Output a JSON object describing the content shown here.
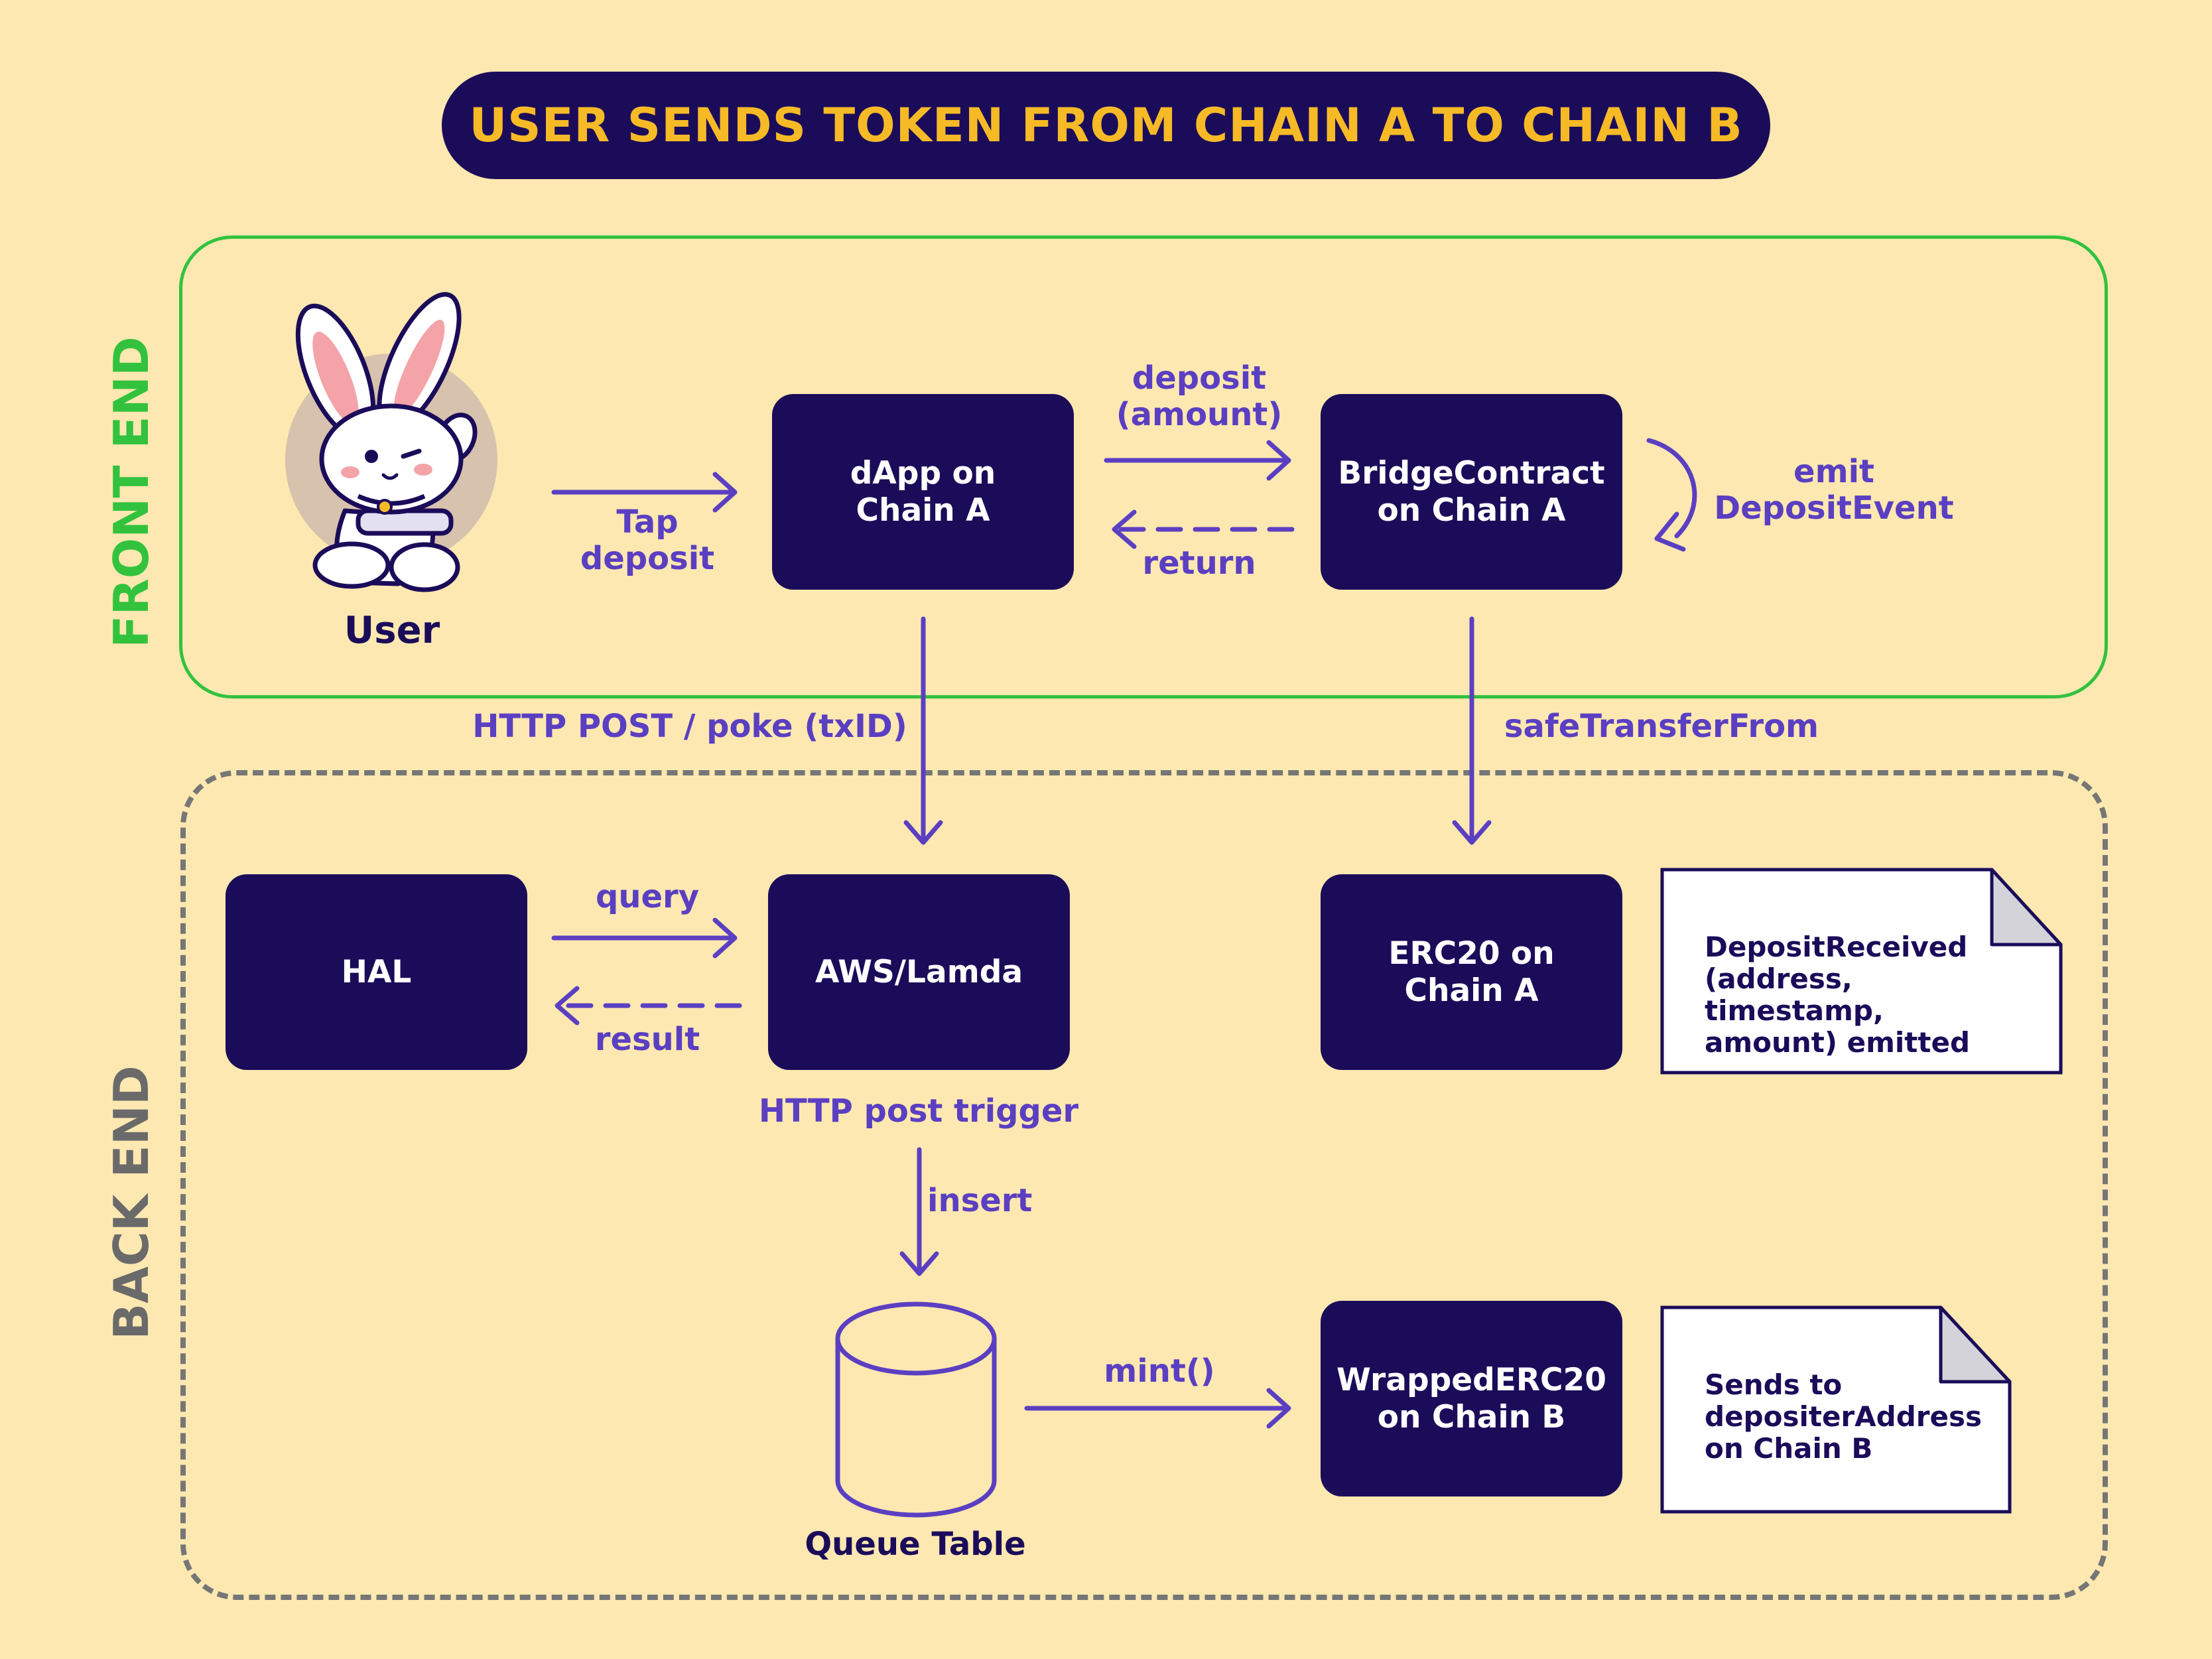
{
  "title": "USER SENDS TOKEN FROM CHAIN A TO CHAIN B",
  "regions": {
    "front_end": "FRONT END",
    "back_end": "BACK END"
  },
  "actors": {
    "user": "User"
  },
  "nodes": {
    "dapp": "dApp on\nChain A",
    "bridge_contract": "BridgeContract\non Chain A",
    "hal": "HAL",
    "aws_lambda": "AWS/Lamda",
    "erc20": "ERC20 on\nChain A",
    "wrapped_erc20": "WrappedERC20\non Chain B",
    "queue_table": "Queue Table"
  },
  "edges": {
    "tap_deposit": "Tap\ndeposit",
    "deposit_amount": "deposit\n(amount)",
    "return": "return",
    "emit_event": "emit\nDepositEvent",
    "http_post_poke": "HTTP POST / poke (txID)",
    "safe_transfer_from": "safeTransferFrom",
    "query": "query",
    "result": "result",
    "http_post_trigger": "HTTP post trigger",
    "insert": "insert",
    "mint": "mint()"
  },
  "notes": {
    "deposit_received": "DepositReceived\n(address, timestamp,\namount) emitted",
    "sends_to": "Sends to\ndepositerAddress\non Chain B"
  },
  "colors": {
    "background": "#fde8b1",
    "box": "#1b0c5a",
    "accent": "#5b3fc2",
    "title_text": "#f6ba27",
    "front_end": "#33c23e",
    "back_end": "#767676"
  }
}
